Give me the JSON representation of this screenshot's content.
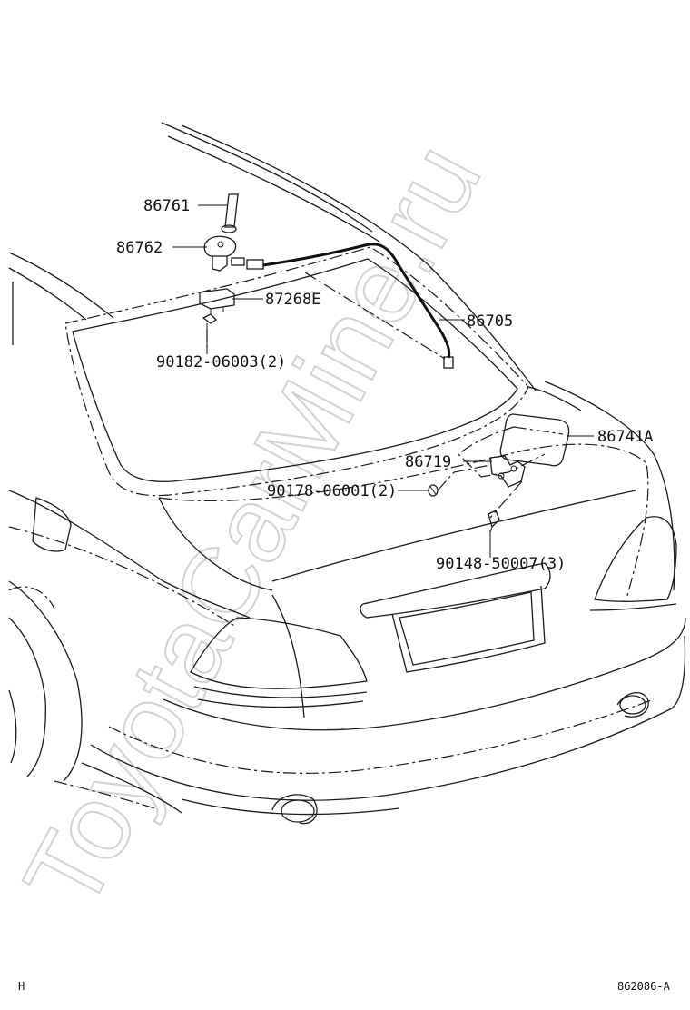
{
  "diagram": {
    "watermark": "ToyotaCarMine.ru",
    "corner_left": "H",
    "figure_code": "862086-A",
    "parts": [
      {
        "key": "p86761",
        "label": "86761"
      },
      {
        "key": "p86762",
        "label": "86762"
      },
      {
        "key": "p87268e",
        "label": "87268E"
      },
      {
        "key": "p9018206003",
        "label": "90182-06003(2)"
      },
      {
        "key": "p86705",
        "label": "86705"
      },
      {
        "key": "p86741a",
        "label": "86741A"
      },
      {
        "key": "p86719",
        "label": "86719"
      },
      {
        "key": "p9017806001",
        "label": "90178-06001(2)"
      },
      {
        "key": "p9014850007",
        "label": "90148-50007(3)"
      }
    ]
  }
}
